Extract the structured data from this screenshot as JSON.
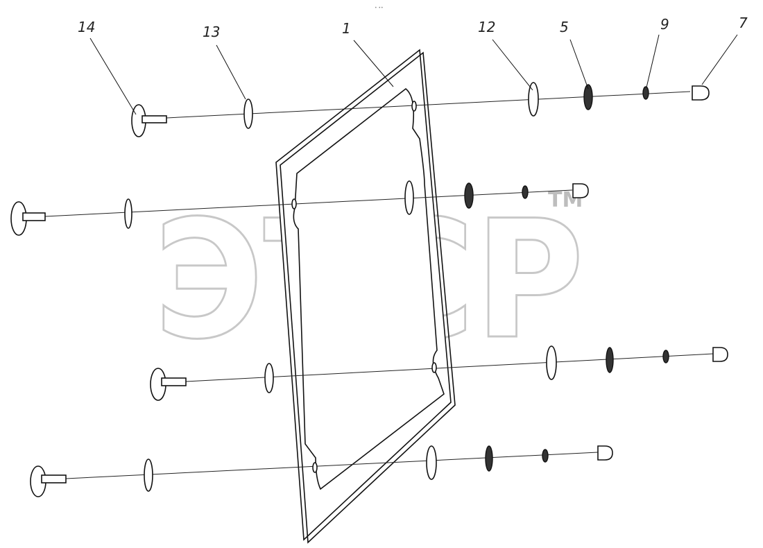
{
  "header": {
    "mark": "• ••"
  },
  "watermark": {
    "text": "ЭТСР",
    "tm": "TM",
    "color": "#c8c8c8"
  },
  "callouts": [
    "14",
    "13",
    "1",
    "12",
    "5",
    "9",
    "7"
  ],
  "colors": {
    "line": "#111111",
    "background": "#ffffff",
    "watermark": "#c8c8c8"
  }
}
